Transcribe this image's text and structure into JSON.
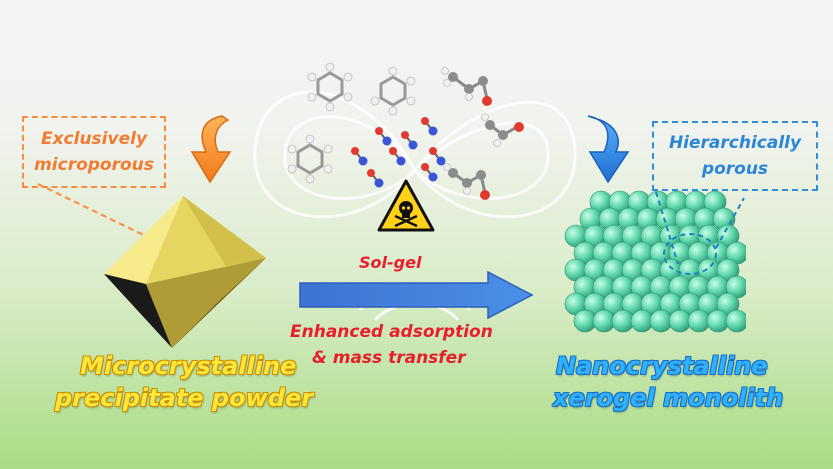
{
  "left_callout": {
    "line1": "Exclusively",
    "line2": "microporous"
  },
  "right_callout": {
    "line1": "Hierarchically",
    "line2": "porous"
  },
  "process": {
    "label": "Sol-gel",
    "effect_line1": "Enhanced adsorption",
    "effect_line2": "& mass transfer"
  },
  "left_product": {
    "line1": "Microcrystalline",
    "line2": "precipitate powder"
  },
  "right_product": {
    "line1": "Nanocrystalline",
    "line2": "xerogel monolith"
  },
  "icons": {
    "left_arrow": "curved-down-arrow-icon",
    "right_arrow": "curved-down-arrow-icon",
    "hazard": "skull-crossbones-warning-icon"
  },
  "colors": {
    "orange_text": "#f07d32",
    "blue_text": "#2c86d8",
    "red_text": "#e81e2d",
    "yellow_text": "#ffe63a",
    "cyan_text": "#2fb2ff",
    "crystal": "#f0e37a",
    "sphere": "#6fe0b8",
    "process_arrow": "#3d73d3"
  }
}
